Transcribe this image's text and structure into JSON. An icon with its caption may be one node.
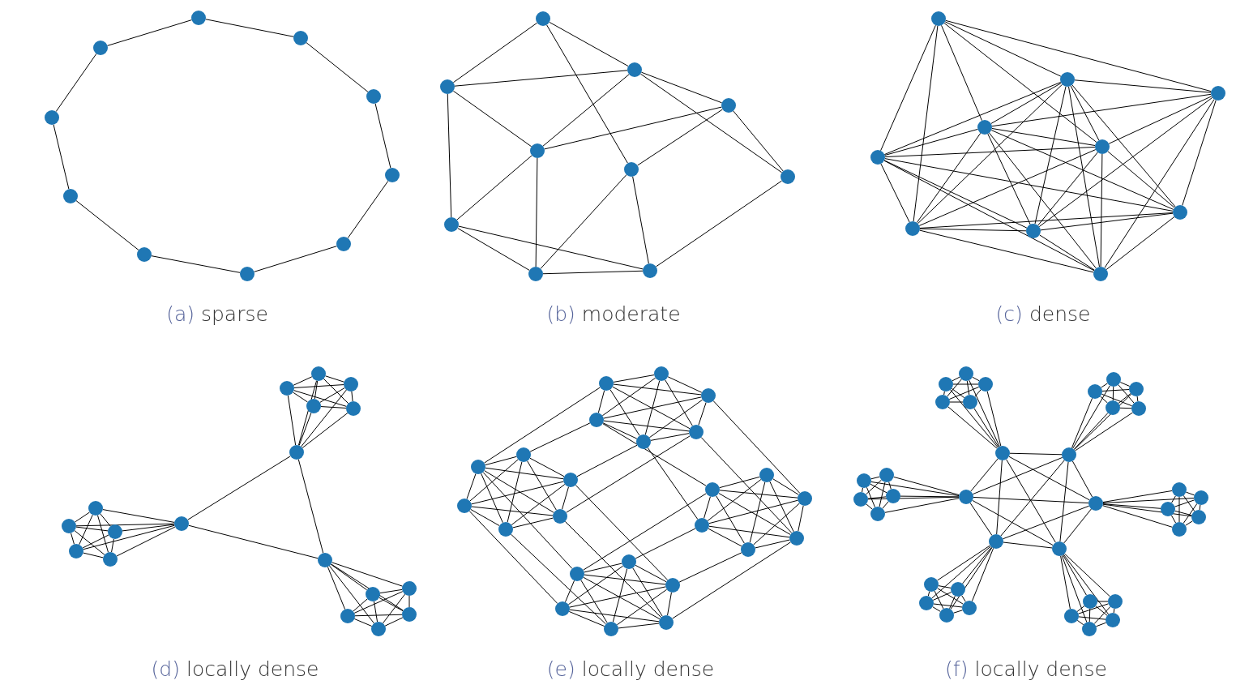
{
  "diagram": {
    "nodes": [
      {
        "text": [],
        "shape": "circle"
      },
      {
        "text": [],
        "shape": "circle"
      },
      {
        "text": [],
        "shape": "circle"
      },
      {
        "text": [],
        "shape": "circle"
      },
      {
        "text": [],
        "shape": "circle"
      },
      {
        "text": [],
        "shape": "circle"
      },
      {
        "text": [],
        "shape": "circle"
      },
      {
        "text": [],
        "shape": "circle"
      },
      {
        "text": [],
        "shape": "circle"
      },
      {
        "text": [],
        "shape": "circle"
      },
      {
        "text": [],
        "shape": "circle"
      },
      {
        "text": [],
        "shape": "circle"
      },
      {
        "text": [],
        "shape": "circle"
      },
      {
        "text": [],
        "shape": "circle"
      },
      {
        "text": [],
        "shape": "circle"
      },
      {
        "text": [],
        "shape": "circle"
      },
      {
        "text": [],
        "shape": "circle"
      },
      {
        "text": [],
        "shape": "circle"
      },
      {
        "text": [],
        "shape": "circle"
      },
      {
        "text": [],
        "shape": "circle"
      },
      {
        "text": [],
        "shape": "circle"
      },
      {
        "text": [],
        "shape": "circle"
      },
      {
        "text": [],
        "shape": "circle"
      },
      {
        "text": [],
        "shape": "circle"
      },
      {
        "text": [],
        "shape": "circle"
      },
      {
        "text": [],
        "shape": "circle"
      },
      {
        "text": [],
        "shape": "circle"
      },
      {
        "text": [],
        "shape": "circle"
      },
      {
        "text": [],
        "shape": "circle"
      },
      {
        "text": [],
        "shape": "circle"
      },
      {
        "text": [],
        "shape": "circle"
      },
      {
        "text": [],
        "shape": "circle"
      },
      {
        "text": [],
        "shape": "circle"
      },
      {
        "text": [],
        "shape": "circle"
      },
      {
        "text": [],
        "shape": "circle"
      },
      {
        "text": [],
        "shape": "circle"
      },
      {
        "text": [],
        "shape": "circle"
      },
      {
        "text": [],
        "shape": "circle"
      },
      {
        "text": [],
        "shape": "circle"
      },
      {
        "text": [],
        "shape": "circle"
      },
      {
        "text": [],
        "shape": "circle"
      },
      {
        "text": [],
        "shape": "circle"
      },
      {
        "text": [],
        "shape": "circle"
      },
      {
        "text": [],
        "shape": "circle"
      },
      {
        "text": [],
        "shape": "circle"
      },
      {
        "text": [],
        "shape": "circle"
      },
      {
        "text": [],
        "shape": "circle"
      },
      {
        "text": [],
        "shape": "circle"
      },
      {
        "text": [],
        "shape": "circle"
      },
      {
        "text": [],
        "shape": "circle"
      },
      {
        "text": [],
        "shape": "circle"
      },
      {
        "text": [],
        "shape": "circle"
      },
      {
        "text": [],
        "shape": "circle"
      },
      {
        "text": [],
        "shape": "circle"
      },
      {
        "text": [],
        "shape": "circle"
      },
      {
        "text": [],
        "shape": "circle"
      },
      {
        "text": [],
        "shape": "circle"
      },
      {
        "text": [],
        "shape": "circle"
      },
      {
        "text": [],
        "shape": "circle"
      },
      {
        "text": [],
        "shape": "circle"
      },
      {
        "text": [],
        "shape": "circle"
      },
      {
        "text": [],
        "shape": "circle"
      },
      {
        "text": [],
        "shape": "circle"
      },
      {
        "text": [],
        "shape": "circle"
      },
      {
        "text": [],
        "shape": "circle"
      },
      {
        "text": [],
        "shape": "circle"
      },
      {
        "text": [],
        "shape": "circle"
      },
      {
        "text": [],
        "shape": "circle"
      },
      {
        "text": [],
        "shape": "circle"
      },
      {
        "text": [],
        "shape": "circle"
      },
      {
        "text": [],
        "shape": "circle"
      },
      {
        "text": [],
        "shape": "circle"
      },
      {
        "text": [],
        "shape": "circle"
      },
      {
        "text": [],
        "shape": "circle"
      },
      {
        "text": [],
        "shape": "circle"
      },
      {
        "text": [],
        "shape": "circle"
      },
      {
        "text": [],
        "shape": "circle"
      },
      {
        "text": [],
        "shape": "circle"
      },
      {
        "text": [],
        "shape": "circle"
      },
      {
        "text": [],
        "shape": "circle"
      },
      {
        "text": [],
        "shape": "circle"
      },
      {
        "text": [],
        "shape": "circle"
      },
      {
        "text": [],
        "shape": "circle"
      },
      {
        "text": [],
        "shape": "circle"
      },
      {
        "text": [],
        "shape": "circle"
      },
      {
        "text": [],
        "shape": "circle"
      },
      {
        "text": [],
        "shape": "circle"
      },
      {
        "text": [],
        "shape": "circle"
      },
      {
        "text": [],
        "shape": "circle"
      },
      {
        "text": [],
        "shape": "circle"
      },
      {
        "text": [],
        "shape": "circle"
      },
      {
        "text": [],
        "shape": "circle"
      },
      {
        "text": [],
        "shape": "circle"
      },
      {
        "text": [],
        "shape": "circle"
      },
      {
        "text": [],
        "shape": "circle"
      },
      {
        "text": [],
        "shape": "circle"
      },
      {
        "text": [],
        "shape": "circle"
      },
      {
        "text": [],
        "shape": "circle"
      },
      {
        "text": [],
        "shape": "circle"
      },
      {
        "text": [],
        "shape": "circle"
      },
      {
        "text": [],
        "shape": "circle"
      },
      {
        "text": [],
        "shape": "circle"
      },
      {
        "text": [],
        "shape": "circle"
      },
      {
        "text": [],
        "shape": "circle"
      },
      {
        "text": [],
        "shape": "circle"
      },
      {
        "text": [],
        "shape": "circle"
      },
      {
        "text": [],
        "shape": "circle"
      },
      {
        "text": [],
        "shape": "circle"
      }
    ],
    "edges": [
      {
        "from": 0,
        "to": 1,
        "arrow": "none"
      },
      {
        "from": 1,
        "to": 2,
        "arrow": "none"
      },
      {
        "from": 2,
        "to": 3,
        "arrow": "none"
      },
      {
        "from": 3,
        "to": 4,
        "arrow": "none"
      },
      {
        "from": 4,
        "to": 5,
        "arrow": "none"
      },
      {
        "from": 5,
        "to": 6,
        "arrow": "none"
      },
      {
        "from": 6,
        "to": 7,
        "arrow": "none"
      },
      {
        "from": 7,
        "to": 8,
        "arrow": "none"
      },
      {
        "from": 8,
        "to": 9,
        "arrow": "none"
      },
      {
        "from": 9,
        "to": 0,
        "arrow": "none"
      },
      {
        "from": 10,
        "to": 11,
        "arrow": "none"
      },
      {
        "from": 10,
        "to": 12,
        "arrow": "none"
      },
      {
        "from": 10,
        "to": 15,
        "arrow": "none"
      },
      {
        "from": 12,
        "to": 11,
        "arrow": "none"
      },
      {
        "from": 12,
        "to": 14,
        "arrow": "none"
      },
      {
        "from": 12,
        "to": 17,
        "arrow": "none"
      },
      {
        "from": 11,
        "to": 13,
        "arrow": "none"
      },
      {
        "from": 11,
        "to": 14,
        "arrow": "none"
      },
      {
        "from": 11,
        "to": 16,
        "arrow": "none"
      },
      {
        "from": 13,
        "to": 14,
        "arrow": "none"
      },
      {
        "from": 13,
        "to": 15,
        "arrow": "none"
      },
      {
        "from": 13,
        "to": 16,
        "arrow": "none"
      },
      {
        "from": 14,
        "to": 17,
        "arrow": "none"
      },
      {
        "from": 14,
        "to": 18,
        "arrow": "none"
      },
      {
        "from": 15,
        "to": 18,
        "arrow": "none"
      },
      {
        "from": 15,
        "to": 19,
        "arrow": "none"
      },
      {
        "from": 16,
        "to": 19,
        "arrow": "none"
      },
      {
        "from": 17,
        "to": 18,
        "arrow": "none"
      },
      {
        "from": 17,
        "to": 19,
        "arrow": "none"
      },
      {
        "from": 18,
        "to": 19,
        "arrow": "none"
      },
      {
        "from": 20,
        "to": 21,
        "arrow": "none"
      },
      {
        "from": 20,
        "to": 22,
        "arrow": "none"
      },
      {
        "from": 20,
        "to": 23,
        "arrow": "none"
      },
      {
        "from": 20,
        "to": 24,
        "arrow": "none"
      },
      {
        "from": 20,
        "to": 25,
        "arrow": "none"
      },
      {
        "from": 20,
        "to": 27,
        "arrow": "none"
      },
      {
        "from": 21,
        "to": 22,
        "arrow": "none"
      },
      {
        "from": 21,
        "to": 23,
        "arrow": "none"
      },
      {
        "from": 21,
        "to": 24,
        "arrow": "none"
      },
      {
        "from": 21,
        "to": 25,
        "arrow": "none"
      },
      {
        "from": 21,
        "to": 26,
        "arrow": "none"
      },
      {
        "from": 21,
        "to": 27,
        "arrow": "none"
      },
      {
        "from": 21,
        "to": 28,
        "arrow": "none"
      },
      {
        "from": 21,
        "to": 29,
        "arrow": "none"
      },
      {
        "from": 22,
        "to": 23,
        "arrow": "none"
      },
      {
        "from": 22,
        "to": 24,
        "arrow": "none"
      },
      {
        "from": 22,
        "to": 26,
        "arrow": "none"
      },
      {
        "from": 22,
        "to": 28,
        "arrow": "none"
      },
      {
        "from": 22,
        "to": 29,
        "arrow": "none"
      },
      {
        "from": 23,
        "to": 24,
        "arrow": "none"
      },
      {
        "from": 23,
        "to": 25,
        "arrow": "none"
      },
      {
        "from": 23,
        "to": 26,
        "arrow": "none"
      },
      {
        "from": 23,
        "to": 27,
        "arrow": "none"
      },
      {
        "from": 23,
        "to": 28,
        "arrow": "none"
      },
      {
        "from": 23,
        "to": 29,
        "arrow": "none"
      },
      {
        "from": 24,
        "to": 25,
        "arrow": "none"
      },
      {
        "from": 24,
        "to": 26,
        "arrow": "none"
      },
      {
        "from": 24,
        "to": 27,
        "arrow": "none"
      },
      {
        "from": 24,
        "to": 28,
        "arrow": "none"
      },
      {
        "from": 24,
        "to": 29,
        "arrow": "none"
      },
      {
        "from": 25,
        "to": 26,
        "arrow": "none"
      },
      {
        "from": 25,
        "to": 27,
        "arrow": "none"
      },
      {
        "from": 25,
        "to": 28,
        "arrow": "none"
      },
      {
        "from": 25,
        "to": 29,
        "arrow": "none"
      },
      {
        "from": 26,
        "to": 27,
        "arrow": "none"
      },
      {
        "from": 26,
        "to": 28,
        "arrow": "none"
      },
      {
        "from": 26,
        "to": 29,
        "arrow": "none"
      },
      {
        "from": 27,
        "to": 28,
        "arrow": "none"
      },
      {
        "from": 27,
        "to": 29,
        "arrow": "none"
      },
      {
        "from": 28,
        "to": 29,
        "arrow": "none"
      },
      {
        "from": 30,
        "to": 31,
        "arrow": "none"
      },
      {
        "from": 30,
        "to": 32,
        "arrow": "none"
      },
      {
        "from": 30,
        "to": 33,
        "arrow": "none"
      },
      {
        "from": 30,
        "to": 34,
        "arrow": "none"
      },
      {
        "from": 31,
        "to": 32,
        "arrow": "none"
      },
      {
        "from": 31,
        "to": 33,
        "arrow": "none"
      },
      {
        "from": 31,
        "to": 34,
        "arrow": "none"
      },
      {
        "from": 32,
        "to": 33,
        "arrow": "none"
      },
      {
        "from": 32,
        "to": 34,
        "arrow": "none"
      },
      {
        "from": 33,
        "to": 34,
        "arrow": "none"
      },
      {
        "from": 35,
        "to": 30,
        "arrow": "none"
      },
      {
        "from": 35,
        "to": 31,
        "arrow": "none"
      },
      {
        "from": 35,
        "to": 32,
        "arrow": "none"
      },
      {
        "from": 35,
        "to": 33,
        "arrow": "none"
      },
      {
        "from": 35,
        "to": 34,
        "arrow": "none"
      },
      {
        "from": 36,
        "to": 37,
        "arrow": "none"
      },
      {
        "from": 36,
        "to": 38,
        "arrow": "none"
      },
      {
        "from": 36,
        "to": 39,
        "arrow": "none"
      },
      {
        "from": 36,
        "to": 40,
        "arrow": "none"
      },
      {
        "from": 37,
        "to": 38,
        "arrow": "none"
      },
      {
        "from": 37,
        "to": 39,
        "arrow": "none"
      },
      {
        "from": 37,
        "to": 40,
        "arrow": "none"
      },
      {
        "from": 38,
        "to": 39,
        "arrow": "none"
      },
      {
        "from": 38,
        "to": 40,
        "arrow": "none"
      },
      {
        "from": 39,
        "to": 40,
        "arrow": "none"
      },
      {
        "from": 41,
        "to": 36,
        "arrow": "none"
      },
      {
        "from": 41,
        "to": 37,
        "arrow": "none"
      },
      {
        "from": 41,
        "to": 38,
        "arrow": "none"
      },
      {
        "from": 41,
        "to": 39,
        "arrow": "none"
      },
      {
        "from": 41,
        "to": 40,
        "arrow": "none"
      },
      {
        "from": 35,
        "to": 41,
        "arrow": "none"
      },
      {
        "from": 35,
        "to": 42,
        "arrow": "none"
      },
      {
        "from": 41,
        "to": 42,
        "arrow": "none"
      },
      {
        "from": 43,
        "to": 44,
        "arrow": "none"
      },
      {
        "from": 43,
        "to": 45,
        "arrow": "none"
      },
      {
        "from": 43,
        "to": 46,
        "arrow": "none"
      },
      {
        "from": 43,
        "to": 47,
        "arrow": "none"
      },
      {
        "from": 44,
        "to": 45,
        "arrow": "none"
      },
      {
        "from": 44,
        "to": 46,
        "arrow": "none"
      },
      {
        "from": 44,
        "to": 47,
        "arrow": "none"
      },
      {
        "from": 45,
        "to": 46,
        "arrow": "none"
      },
      {
        "from": 45,
        "to": 47,
        "arrow": "none"
      },
      {
        "from": 46,
        "to": 47,
        "arrow": "none"
      },
      {
        "from": 42,
        "to": 43,
        "arrow": "none"
      },
      {
        "from": 42,
        "to": 44,
        "arrow": "none"
      },
      {
        "from": 42,
        "to": 45,
        "arrow": "none"
      },
      {
        "from": 42,
        "to": 46,
        "arrow": "none"
      },
      {
        "from": 42,
        "to": 47,
        "arrow": "none"
      },
      {
        "from": 48,
        "to": 49,
        "arrow": "none"
      },
      {
        "from": 48,
        "to": 50,
        "arrow": "none"
      },
      {
        "from": 48,
        "to": 51,
        "arrow": "none"
      },
      {
        "from": 48,
        "to": 52,
        "arrow": "none"
      },
      {
        "from": 48,
        "to": 53,
        "arrow": "none"
      },
      {
        "from": 49,
        "to": 50,
        "arrow": "none"
      },
      {
        "from": 49,
        "to": 51,
        "arrow": "none"
      },
      {
        "from": 49,
        "to": 52,
        "arrow": "none"
      },
      {
        "from": 49,
        "to": 53,
        "arrow": "none"
      },
      {
        "from": 50,
        "to": 51,
        "arrow": "none"
      },
      {
        "from": 50,
        "to": 52,
        "arrow": "none"
      },
      {
        "from": 50,
        "to": 53,
        "arrow": "none"
      },
      {
        "from": 51,
        "to": 52,
        "arrow": "none"
      },
      {
        "from": 51,
        "to": 53,
        "arrow": "none"
      },
      {
        "from": 52,
        "to": 53,
        "arrow": "none"
      },
      {
        "from": 54,
        "to": 55,
        "arrow": "none"
      },
      {
        "from": 54,
        "to": 56,
        "arrow": "none"
      },
      {
        "from": 54,
        "to": 57,
        "arrow": "none"
      },
      {
        "from": 54,
        "to": 58,
        "arrow": "none"
      },
      {
        "from": 54,
        "to": 59,
        "arrow": "none"
      },
      {
        "from": 55,
        "to": 56,
        "arrow": "none"
      },
      {
        "from": 55,
        "to": 57,
        "arrow": "none"
      },
      {
        "from": 55,
        "to": 58,
        "arrow": "none"
      },
      {
        "from": 55,
        "to": 59,
        "arrow": "none"
      },
      {
        "from": 56,
        "to": 57,
        "arrow": "none"
      },
      {
        "from": 56,
        "to": 58,
        "arrow": "none"
      },
      {
        "from": 56,
        "to": 59,
        "arrow": "none"
      },
      {
        "from": 57,
        "to": 58,
        "arrow": "none"
      },
      {
        "from": 57,
        "to": 59,
        "arrow": "none"
      },
      {
        "from": 58,
        "to": 59,
        "arrow": "none"
      },
      {
        "from": 60,
        "to": 61,
        "arrow": "none"
      },
      {
        "from": 60,
        "to": 62,
        "arrow": "none"
      },
      {
        "from": 60,
        "to": 63,
        "arrow": "none"
      },
      {
        "from": 60,
        "to": 64,
        "arrow": "none"
      },
      {
        "from": 60,
        "to": 65,
        "arrow": "none"
      },
      {
        "from": 61,
        "to": 62,
        "arrow": "none"
      },
      {
        "from": 61,
        "to": 63,
        "arrow": "none"
      },
      {
        "from": 61,
        "to": 64,
        "arrow": "none"
      },
      {
        "from": 61,
        "to": 65,
        "arrow": "none"
      },
      {
        "from": 62,
        "to": 63,
        "arrow": "none"
      },
      {
        "from": 62,
        "to": 64,
        "arrow": "none"
      },
      {
        "from": 62,
        "to": 65,
        "arrow": "none"
      },
      {
        "from": 63,
        "to": 64,
        "arrow": "none"
      },
      {
        "from": 63,
        "to": 65,
        "arrow": "none"
      },
      {
        "from": 64,
        "to": 65,
        "arrow": "none"
      },
      {
        "from": 66,
        "to": 67,
        "arrow": "none"
      },
      {
        "from": 66,
        "to": 68,
        "arrow": "none"
      },
      {
        "from": 66,
        "to": 69,
        "arrow": "none"
      },
      {
        "from": 66,
        "to": 70,
        "arrow": "none"
      },
      {
        "from": 66,
        "to": 71,
        "arrow": "none"
      },
      {
        "from": 67,
        "to": 68,
        "arrow": "none"
      },
      {
        "from": 67,
        "to": 69,
        "arrow": "none"
      },
      {
        "from": 67,
        "to": 70,
        "arrow": "none"
      },
      {
        "from": 67,
        "to": 71,
        "arrow": "none"
      },
      {
        "from": 68,
        "to": 69,
        "arrow": "none"
      },
      {
        "from": 68,
        "to": 70,
        "arrow": "none"
      },
      {
        "from": 68,
        "to": 71,
        "arrow": "none"
      },
      {
        "from": 69,
        "to": 70,
        "arrow": "none"
      },
      {
        "from": 69,
        "to": 71,
        "arrow": "none"
      },
      {
        "from": 70,
        "to": 71,
        "arrow": "none"
      },
      {
        "from": 48,
        "to": 55,
        "arrow": "none"
      },
      {
        "from": 51,
        "to": 54,
        "arrow": "none"
      },
      {
        "from": 53,
        "to": 56,
        "arrow": "none"
      },
      {
        "from": 52,
        "to": 58,
        "arrow": "none"
      },
      {
        "from": 50,
        "to": 62,
        "arrow": "none"
      },
      {
        "from": 52,
        "to": 64,
        "arrow": "none"
      },
      {
        "from": 51,
        "to": 61,
        "arrow": "none"
      },
      {
        "from": 53,
        "to": 63,
        "arrow": "none"
      },
      {
        "from": 55,
        "to": 67,
        "arrow": "none"
      },
      {
        "from": 57,
        "to": 69,
        "arrow": "none"
      },
      {
        "from": 56,
        "to": 68,
        "arrow": "none"
      },
      {
        "from": 58,
        "to": 70,
        "arrow": "none"
      },
      {
        "from": 59,
        "to": 71,
        "arrow": "none"
      },
      {
        "from": 61,
        "to": 67,
        "arrow": "none"
      },
      {
        "from": 63,
        "to": 66,
        "arrow": "none"
      },
      {
        "from": 65,
        "to": 68,
        "arrow": "none"
      },
      {
        "from": 64,
        "to": 70,
        "arrow": "none"
      },
      {
        "from": 72,
        "to": 73,
        "arrow": "none"
      },
      {
        "from": 72,
        "to": 74,
        "arrow": "none"
      },
      {
        "from": 72,
        "to": 75,
        "arrow": "none"
      },
      {
        "from": 72,
        "to": 76,
        "arrow": "none"
      },
      {
        "from": 72,
        "to": 77,
        "arrow": "none"
      },
      {
        "from": 73,
        "to": 74,
        "arrow": "none"
      },
      {
        "from": 73,
        "to": 75,
        "arrow": "none"
      },
      {
        "from": 73,
        "to": 76,
        "arrow": "none"
      },
      {
        "from": 73,
        "to": 77,
        "arrow": "none"
      },
      {
        "from": 74,
        "to": 75,
        "arrow": "none"
      },
      {
        "from": 74,
        "to": 76,
        "arrow": "none"
      },
      {
        "from": 74,
        "to": 77,
        "arrow": "none"
      },
      {
        "from": 75,
        "to": 76,
        "arrow": "none"
      },
      {
        "from": 75,
        "to": 77,
        "arrow": "none"
      },
      {
        "from": 76,
        "to": 77,
        "arrow": "none"
      },
      {
        "from": 78,
        "to": 79,
        "arrow": "none"
      },
      {
        "from": 78,
        "to": 80,
        "arrow": "none"
      },
      {
        "from": 78,
        "to": 81,
        "arrow": "none"
      },
      {
        "from": 78,
        "to": 82,
        "arrow": "none"
      },
      {
        "from": 79,
        "to": 80,
        "arrow": "none"
      },
      {
        "from": 79,
        "to": 81,
        "arrow": "none"
      },
      {
        "from": 79,
        "to": 82,
        "arrow": "none"
      },
      {
        "from": 80,
        "to": 81,
        "arrow": "none"
      },
      {
        "from": 80,
        "to": 82,
        "arrow": "none"
      },
      {
        "from": 81,
        "to": 82,
        "arrow": "none"
      },
      {
        "from": 72,
        "to": 78,
        "arrow": "none"
      },
      {
        "from": 72,
        "to": 79,
        "arrow": "none"
      },
      {
        "from": 72,
        "to": 80,
        "arrow": "none"
      },
      {
        "from": 72,
        "to": 81,
        "arrow": "none"
      },
      {
        "from": 72,
        "to": 82,
        "arrow": "none"
      },
      {
        "from": 83,
        "to": 84,
        "arrow": "none"
      },
      {
        "from": 83,
        "to": 85,
        "arrow": "none"
      },
      {
        "from": 83,
        "to": 86,
        "arrow": "none"
      },
      {
        "from": 83,
        "to": 87,
        "arrow": "none"
      },
      {
        "from": 84,
        "to": 85,
        "arrow": "none"
      },
      {
        "from": 84,
        "to": 86,
        "arrow": "none"
      },
      {
        "from": 84,
        "to": 87,
        "arrow": "none"
      },
      {
        "from": 85,
        "to": 86,
        "arrow": "none"
      },
      {
        "from": 85,
        "to": 87,
        "arrow": "none"
      },
      {
        "from": 86,
        "to": 87,
        "arrow": "none"
      },
      {
        "from": 73,
        "to": 83,
        "arrow": "none"
      },
      {
        "from": 73,
        "to": 84,
        "arrow": "none"
      },
      {
        "from": 73,
        "to": 85,
        "arrow": "none"
      },
      {
        "from": 73,
        "to": 86,
        "arrow": "none"
      },
      {
        "from": 73,
        "to": 87,
        "arrow": "none"
      },
      {
        "from": 88,
        "to": 89,
        "arrow": "none"
      },
      {
        "from": 88,
        "to": 90,
        "arrow": "none"
      },
      {
        "from": 88,
        "to": 91,
        "arrow": "none"
      },
      {
        "from": 88,
        "to": 92,
        "arrow": "none"
      },
      {
        "from": 89,
        "to": 90,
        "arrow": "none"
      },
      {
        "from": 89,
        "to": 91,
        "arrow": "none"
      },
      {
        "from": 89,
        "to": 92,
        "arrow": "none"
      },
      {
        "from": 90,
        "to": 91,
        "arrow": "none"
      },
      {
        "from": 90,
        "to": 92,
        "arrow": "none"
      },
      {
        "from": 91,
        "to": 92,
        "arrow": "none"
      },
      {
        "from": 74,
        "to": 88,
        "arrow": "none"
      },
      {
        "from": 74,
        "to": 89,
        "arrow": "none"
      },
      {
        "from": 74,
        "to": 90,
        "arrow": "none"
      },
      {
        "from": 74,
        "to": 91,
        "arrow": "none"
      },
      {
        "from": 74,
        "to": 92,
        "arrow": "none"
      },
      {
        "from": 93,
        "to": 94,
        "arrow": "none"
      },
      {
        "from": 93,
        "to": 95,
        "arrow": "none"
      },
      {
        "from": 93,
        "to": 96,
        "arrow": "none"
      },
      {
        "from": 93,
        "to": 97,
        "arrow": "none"
      },
      {
        "from": 94,
        "to": 95,
        "arrow": "none"
      },
      {
        "from": 94,
        "to": 96,
        "arrow": "none"
      },
      {
        "from": 94,
        "to": 97,
        "arrow": "none"
      },
      {
        "from": 95,
        "to": 96,
        "arrow": "none"
      },
      {
        "from": 95,
        "to": 97,
        "arrow": "none"
      },
      {
        "from": 96,
        "to": 97,
        "arrow": "none"
      },
      {
        "from": 75,
        "to": 93,
        "arrow": "none"
      },
      {
        "from": 75,
        "to": 94,
        "arrow": "none"
      },
      {
        "from": 75,
        "to": 95,
        "arrow": "none"
      },
      {
        "from": 75,
        "to": 96,
        "arrow": "none"
      },
      {
        "from": 75,
        "to": 97,
        "arrow": "none"
      },
      {
        "from": 98,
        "to": 99,
        "arrow": "none"
      },
      {
        "from": 98,
        "to": 100,
        "arrow": "none"
      },
      {
        "from": 98,
        "to": 101,
        "arrow": "none"
      },
      {
        "from": 98,
        "to": 102,
        "arrow": "none"
      },
      {
        "from": 99,
        "to": 100,
        "arrow": "none"
      },
      {
        "from": 99,
        "to": 101,
        "arrow": "none"
      },
      {
        "from": 99,
        "to": 102,
        "arrow": "none"
      },
      {
        "from": 100,
        "to": 101,
        "arrow": "none"
      },
      {
        "from": 100,
        "to": 102,
        "arrow": "none"
      },
      {
        "from": 101,
        "to": 102,
        "arrow": "none"
      },
      {
        "from": 76,
        "to": 98,
        "arrow": "none"
      },
      {
        "from": 76,
        "to": 99,
        "arrow": "none"
      },
      {
        "from": 76,
        "to": 100,
        "arrow": "none"
      },
      {
        "from": 76,
        "to": 101,
        "arrow": "none"
      },
      {
        "from": 76,
        "to": 102,
        "arrow": "none"
      },
      {
        "from": 103,
        "to": 104,
        "arrow": "none"
      },
      {
        "from": 103,
        "to": 105,
        "arrow": "none"
      },
      {
        "from": 103,
        "to": 106,
        "arrow": "none"
      },
      {
        "from": 103,
        "to": 107,
        "arrow": "none"
      },
      {
        "from": 104,
        "to": 105,
        "arrow": "none"
      },
      {
        "from": 104,
        "to": 106,
        "arrow": "none"
      },
      {
        "from": 104,
        "to": 107,
        "arrow": "none"
      },
      {
        "from": 105,
        "to": 106,
        "arrow": "none"
      },
      {
        "from": 105,
        "to": 107,
        "arrow": "none"
      },
      {
        "from": 106,
        "to": 107,
        "arrow": "none"
      },
      {
        "from": 77,
        "to": 103,
        "arrow": "none"
      },
      {
        "from": 77,
        "to": 104,
        "arrow": "none"
      },
      {
        "from": 77,
        "to": 105,
        "arrow": "none"
      },
      {
        "from": 77,
        "to": 106,
        "arrow": "none"
      },
      {
        "from": 77,
        "to": 107,
        "arrow": "none"
      }
    ],
    "labels": [
      "(a)",
      "sparse",
      "(b)",
      "moderate",
      "(c)",
      "dense",
      "(d)",
      "locally dense",
      "(e)",
      "locally dense",
      "(f)",
      "locally dense"
    ]
  }
}
